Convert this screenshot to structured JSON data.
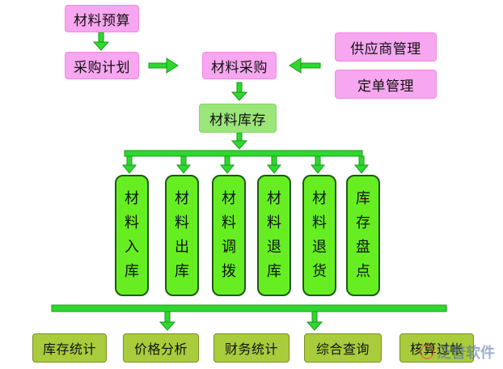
{
  "top_left": {
    "budget": "材料预算",
    "plan": "采购计划"
  },
  "center": {
    "purchase": "材料采购",
    "inventory": "材料库存"
  },
  "right": {
    "supplier": "供应商管理",
    "order": "定单管理"
  },
  "middle_boxes": [
    [
      "材",
      "料",
      "入",
      "库"
    ],
    [
      "材",
      "料",
      "出",
      "库"
    ],
    [
      "材",
      "料",
      "调",
      "拨"
    ],
    [
      "材",
      "料",
      "退",
      "库"
    ],
    [
      "材",
      "料",
      "退",
      "货"
    ],
    [
      "库",
      "存",
      "盘",
      "点"
    ]
  ],
  "bottom_boxes": [
    "库存统计",
    "价格分析",
    "财务统计",
    "综合查询",
    "核算过帐"
  ],
  "watermark": "泛普软件",
  "colors": {
    "pink": "#f7a6f0",
    "light_green": "#9be57a",
    "bright_green": "#66ee22",
    "connector_green": "#2ed82e",
    "olive": "#a8cc3c"
  }
}
